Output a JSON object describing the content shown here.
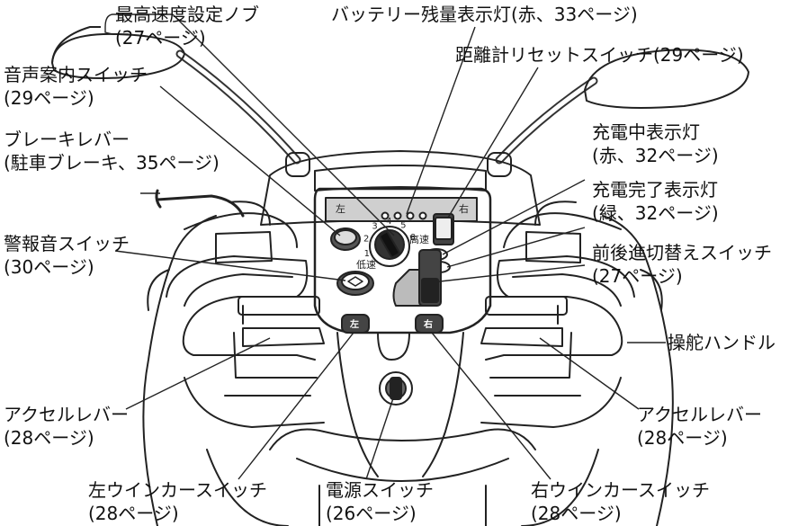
{
  "labels": {
    "speed_knob": {
      "line1": "最高速度設定ノブ",
      "line2": "(27ページ)"
    },
    "battery_lamp": {
      "line1": "バッテリー残量表示灯(赤、33ページ)"
    },
    "odometer_reset": {
      "line1": "距離計リセットスイッチ(29ページ)"
    },
    "voice_guide": {
      "line1": "音声案内スイッチ",
      "line2": "(29ページ)"
    },
    "brake_lever": {
      "line1": "ブレーキレバー",
      "line2": "(駐車ブレーキ、35ページ)"
    },
    "charging_lamp": {
      "line1": "充電中表示灯",
      "line2": "(赤、32ページ)"
    },
    "charge_done_lamp": {
      "line1": "充電完了表示灯",
      "line2": "(緑、32ページ)"
    },
    "alarm_switch": {
      "line1": "警報音スイッチ",
      "line2": "(30ページ)"
    },
    "fwd_rev_switch": {
      "line1": "前後進切替えスイッチ",
      "line2": "(27ページ)"
    },
    "steering_handle": {
      "line1": "操舵ハンドル"
    },
    "accel_left": {
      "line1": "アクセルレバー",
      "line2": "(28ページ)"
    },
    "accel_right": {
      "line1": "アクセルレバー",
      "line2": "(28ページ)"
    },
    "left_turn": {
      "line1": "左ウインカースイッチ",
      "line2": "(28ページ)"
    },
    "power_switch": {
      "line1": "電源スイッチ",
      "line2": "(26ページ)"
    },
    "right_turn": {
      "line1": "右ウインカースイッチ",
      "line2": "(28ページ)"
    }
  },
  "panel_text": {
    "left_turn_key": "左",
    "right_turn_key": "右",
    "high_speed": "高速",
    "low_speed": "低速",
    "dir_left": "左",
    "dir_right": "右",
    "knob_marks": [
      "1",
      "2",
      "3",
      "4",
      "5",
      "6"
    ]
  }
}
